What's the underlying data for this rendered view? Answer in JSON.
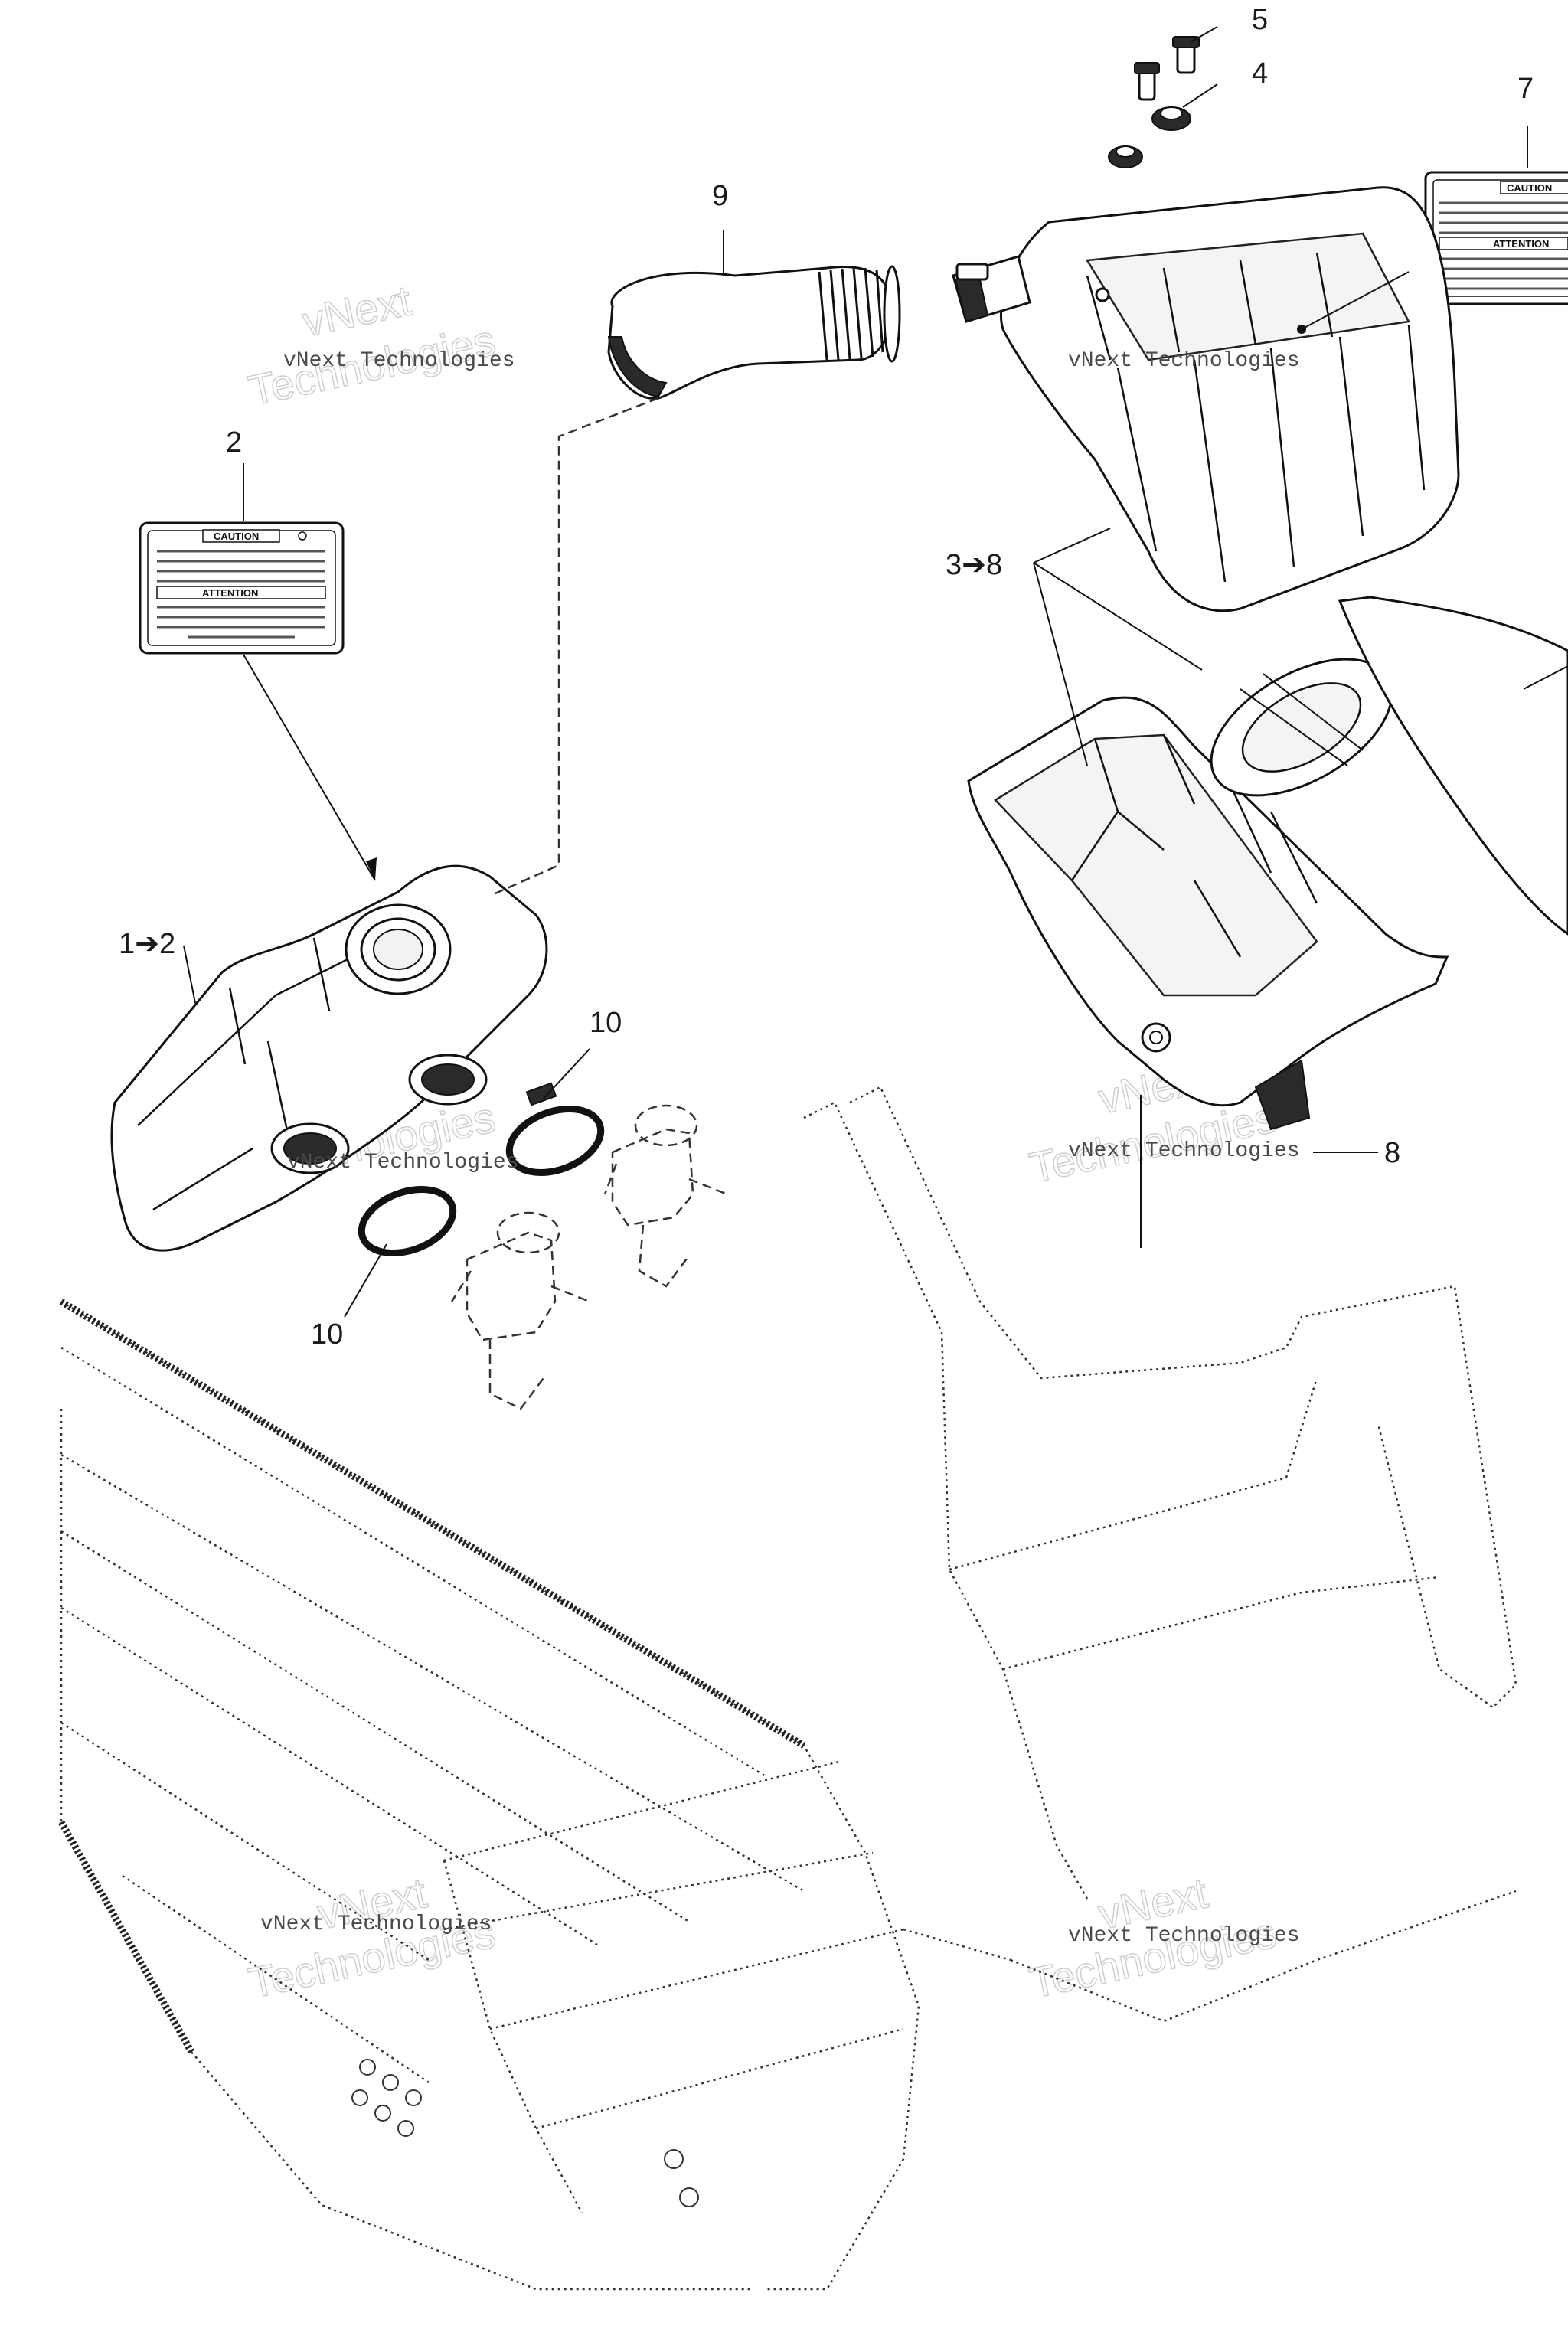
{
  "diagram": {
    "callouts": {
      "c1": "1➔2",
      "c2": "2",
      "c3": "3➔8",
      "c4": "4",
      "c5": "5",
      "c7": "7",
      "c8": "8",
      "c9": "9",
      "c10a": "10",
      "c10b": "10"
    },
    "label_decal": {
      "caution": "CAUTION",
      "attention": "ATTENTION"
    },
    "watermarks": {
      "w1": "vNext Technologies",
      "w2": "vNext Technologies",
      "w3": "vNext Technologies",
      "w4": "vNext Technologies",
      "w5": "vNext Technologies",
      "w6": "vNext Technologies",
      "ghost1": "vNext",
      "ghost2": "Technologies"
    }
  }
}
